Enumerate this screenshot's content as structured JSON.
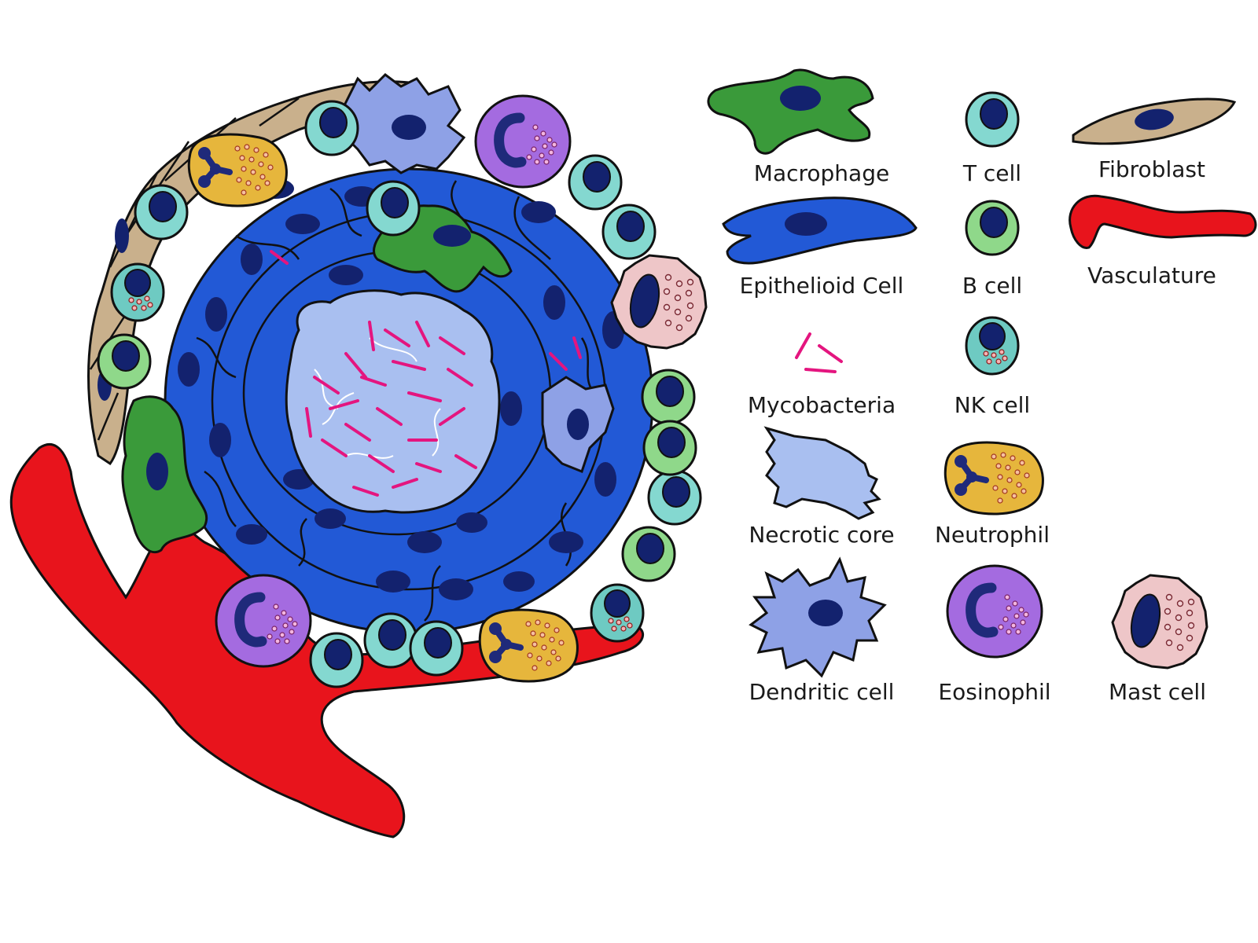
{
  "legend": {
    "macrophage": "Macrophage",
    "t_cell": "T cell",
    "fibroblast": "Fibroblast",
    "epithelioid": "Epithelioid Cell",
    "b_cell": "B cell",
    "vasculature": "Vasculature",
    "mycobacteria": "Mycobacteria",
    "nk_cell": "NK cell",
    "necrotic_core": "Necrotic core",
    "neutrophil": "Neutrophil",
    "dendritic": "Dendritic cell",
    "eosinophil": "Eosinophil",
    "mast_cell": "Mast cell"
  },
  "colors": {
    "macrophage": "#3a9a3a",
    "epithelioid": "#2259d6",
    "nucleus": "#13226e",
    "t_cell": "#84d8d0",
    "b_cell": "#8fd88a",
    "nk_cell": "#6ecac2",
    "fibroblast": "#c9b08c",
    "vasculature": "#e8141c",
    "mycobacteria": "#e4157f",
    "necrotic_core": "#a9bff0",
    "neutrophil": "#e6b63c",
    "dendritic": "#8ea1e6",
    "eosinophil": "#a46be0",
    "mast_cell": "#eec6c8",
    "outline": "#111111"
  }
}
